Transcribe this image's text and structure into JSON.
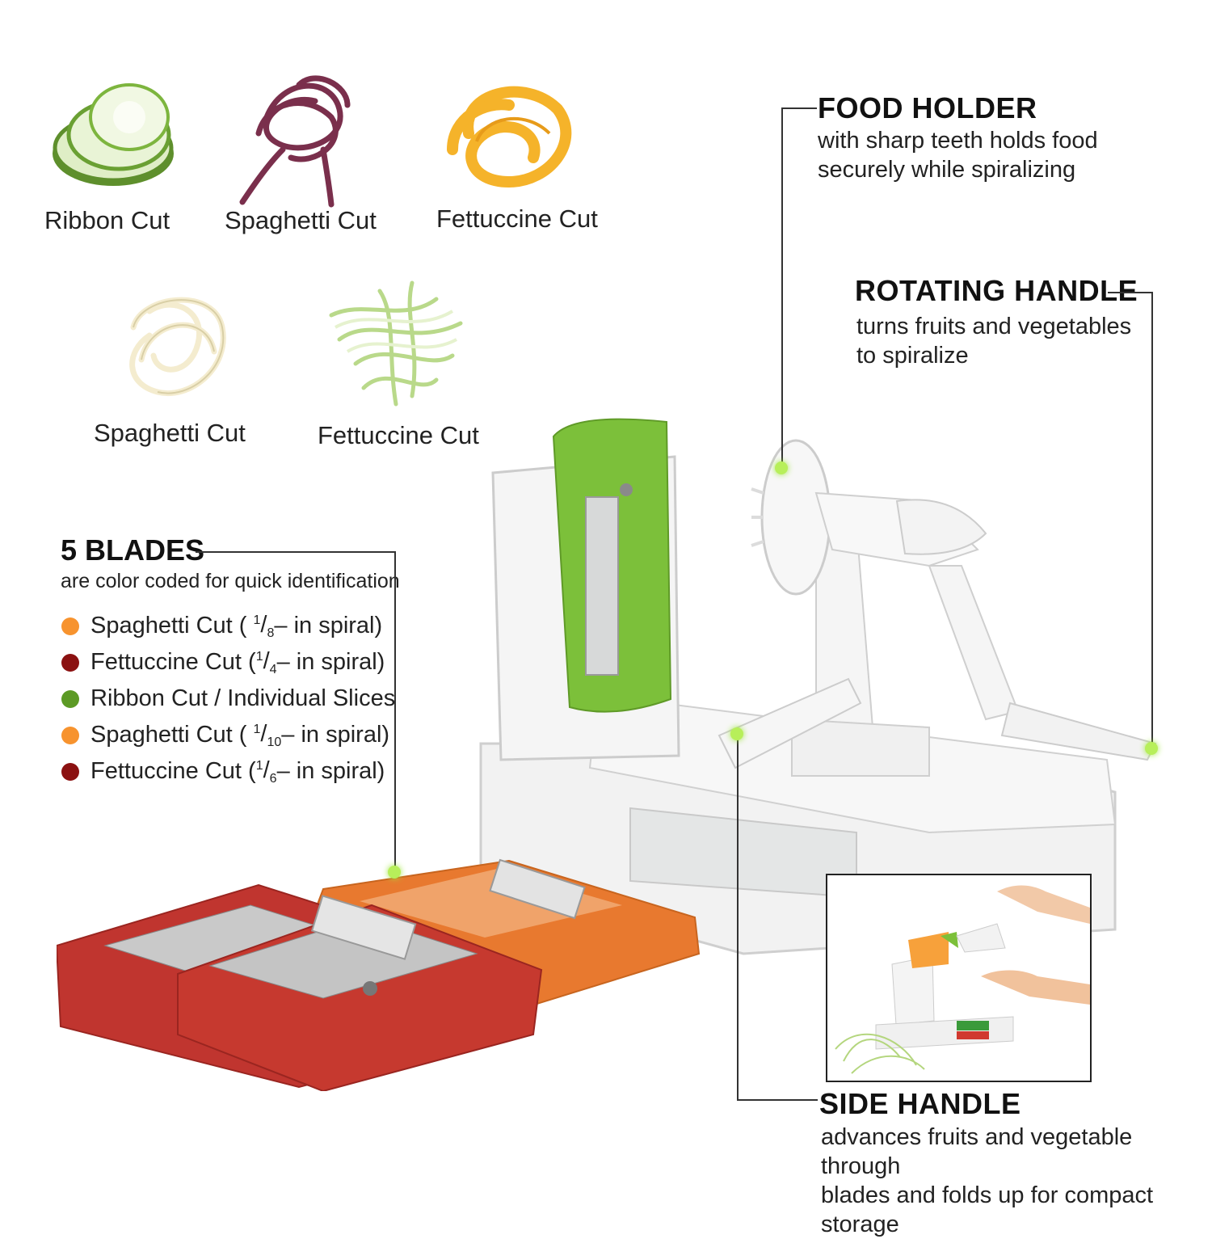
{
  "cuts_top": [
    {
      "label": "Ribbon Cut"
    },
    {
      "label": "Spaghetti Cut"
    },
    {
      "label": "Fettuccine Cut"
    }
  ],
  "cuts_middle": [
    {
      "label": "Spaghetti Cut"
    },
    {
      "label": "Fettuccine Cut"
    }
  ],
  "callouts": {
    "food_holder": {
      "title": "FOOD HOLDER",
      "desc_line1": "with sharp teeth holds food",
      "desc_line2": "securely while spiralizing"
    },
    "rotating_handle": {
      "title": "ROTATING HANDLE",
      "desc_line1": "turns fruits and vegetables",
      "desc_line2": "to spiralize"
    },
    "side_handle": {
      "title": "SIDE HANDLE",
      "desc_line1": "advances fruits and vegetable through",
      "desc_line2": "blades and folds up for compact storage"
    }
  },
  "blades": {
    "title": "5 BLADES",
    "subtitle": "are color coded for quick identification",
    "items": [
      {
        "name": "Spaghetti Cut (",
        "num": "1",
        "den": "8",
        "suffix": "– in spiral)",
        "color": "#f7932e"
      },
      {
        "name": "Fettuccine Cut (",
        "num": "1",
        "den": "4",
        "suffix": " – in spiral)",
        "color": "#8b1111"
      },
      {
        "name": "Ribbon Cut / Individual Slices",
        "num": "",
        "den": "",
        "suffix": "",
        "color": "#5c9a25"
      },
      {
        "name": "Spaghetti Cut (",
        "num": "1",
        "den": "10",
        "suffix": "– in spiral)",
        "color": "#f7932e"
      },
      {
        "name": "Fettuccine Cut (",
        "num": "1",
        "den": "6",
        "suffix": " – in spiral)",
        "color": "#8b1111"
      }
    ]
  },
  "colors": {
    "pin": "#b7ef5a",
    "green_blade": "#7cc03a",
    "red_blade": "#c0352f",
    "orange_blade": "#e8792f"
  }
}
